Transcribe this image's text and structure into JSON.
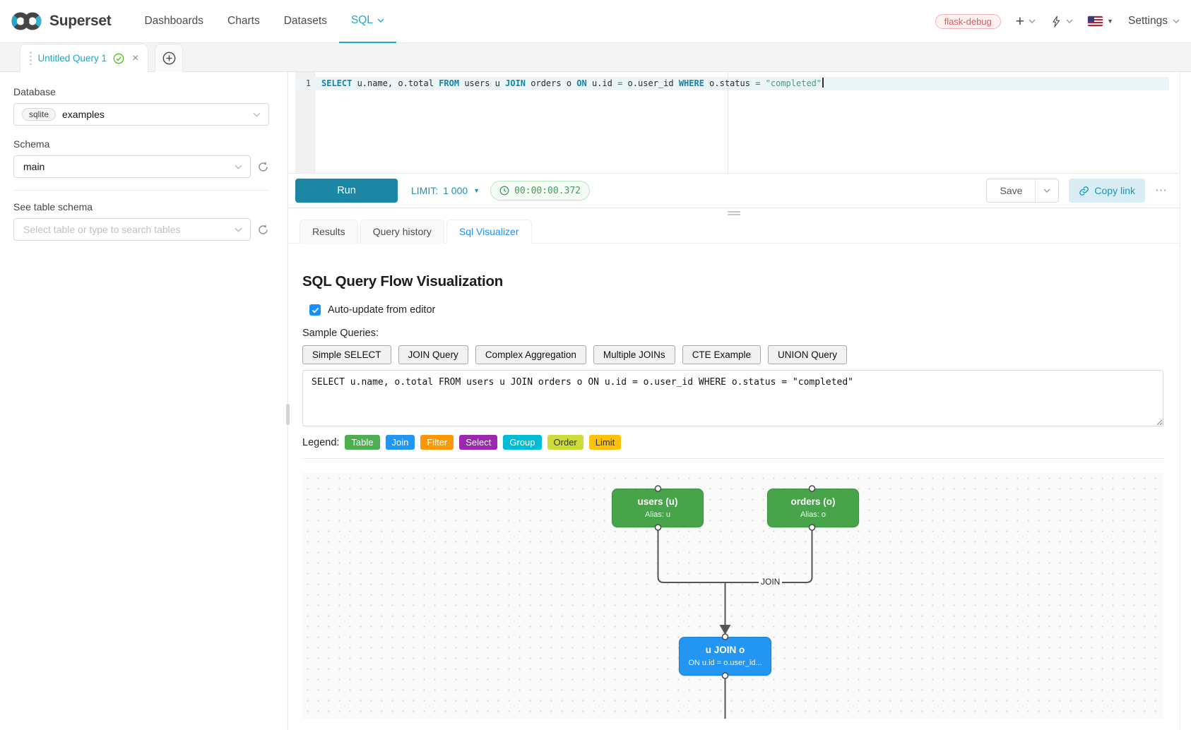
{
  "colors": {
    "brand_teal": "#1fa8c9",
    "ant_blue": "#1890ff",
    "run_teal": "#1b87a5",
    "success_green": "#52c41a",
    "keyword_blue": "#0d87ad",
    "string_green": "#41a279"
  },
  "navbar": {
    "brand": "Superset",
    "items": [
      {
        "label": "Dashboards",
        "active": false,
        "caret": false
      },
      {
        "label": "Charts",
        "active": false,
        "caret": false
      },
      {
        "label": "Datasets",
        "active": false,
        "caret": false
      },
      {
        "label": "SQL",
        "active": true,
        "caret": true
      }
    ],
    "environment_tag": "flask-debug",
    "settings_label": "Settings"
  },
  "query_tab": {
    "title": "Untitled Query 1"
  },
  "sidebar": {
    "database_label": "Database",
    "database_engine_tag": "sqlite",
    "database_value": "examples",
    "schema_label": "Schema",
    "schema_value": "main",
    "table_section_label": "See table schema",
    "table_placeholder": "Select table or type to search tables"
  },
  "editor": {
    "line_number": "1",
    "tokens": [
      {
        "text": "SELECT",
        "type": "kw"
      },
      {
        "text": " u.name, o.total ",
        "type": "plain"
      },
      {
        "text": "FROM",
        "type": "kw"
      },
      {
        "text": " users u ",
        "type": "plain"
      },
      {
        "text": "JOIN",
        "type": "kw"
      },
      {
        "text": " orders o ",
        "type": "plain"
      },
      {
        "text": "ON",
        "type": "kw"
      },
      {
        "text": " u.id ",
        "type": "plain"
      },
      {
        "text": "=",
        "type": "op"
      },
      {
        "text": " o.user_id ",
        "type": "plain"
      },
      {
        "text": "WHERE",
        "type": "kw"
      },
      {
        "text": " o.status ",
        "type": "plain"
      },
      {
        "text": "=",
        "type": "op"
      },
      {
        "text": " ",
        "type": "plain"
      },
      {
        "text": "\"completed\"",
        "type": "str"
      }
    ]
  },
  "toolbar": {
    "run_label": "Run",
    "limit_label": "LIMIT:",
    "limit_value": "1 000",
    "elapsed_time": "00:00:00.372",
    "save_label": "Save",
    "copy_link_label": "Copy link",
    "more_label": "⋯"
  },
  "result_tabs": [
    {
      "label": "Results",
      "active": false
    },
    {
      "label": "Query history",
      "active": false
    },
    {
      "label": "Sql Visualizer",
      "active": true
    }
  ],
  "visualizer": {
    "title": "SQL Query Flow Visualization",
    "auto_update_label": "Auto-update from editor",
    "auto_update_checked": true,
    "sample_queries_label": "Sample Queries:",
    "sample_buttons": [
      "Simple SELECT",
      "JOIN Query",
      "Complex Aggregation",
      "Multiple JOINs",
      "CTE Example",
      "UNION Query"
    ],
    "query_text": "SELECT u.name, o.total FROM users u JOIN orders o ON u.id = o.user_id WHERE o.status = \"completed\"",
    "legend_label": "Legend:",
    "legend_items": [
      {
        "label": "Table",
        "bg": "#4CAF50",
        "fg": "#ffffff"
      },
      {
        "label": "Join",
        "bg": "#2196F3",
        "fg": "#ffffff"
      },
      {
        "label": "Filter",
        "bg": "#FF9800",
        "fg": "#ffffff"
      },
      {
        "label": "Select",
        "bg": "#9C27B0",
        "fg": "#ffffff"
      },
      {
        "label": "Group",
        "bg": "#00BCD4",
        "fg": "#ffffff"
      },
      {
        "label": "Order",
        "bg": "#CDDC39",
        "fg": "#333333"
      },
      {
        "label": "Limit",
        "bg": "#FFC107",
        "fg": "#333333"
      }
    ]
  },
  "diagram": {
    "nodes": [
      {
        "id": "users",
        "title": "users (u)",
        "subtitle": "Alias: u",
        "type": "table"
      },
      {
        "id": "orders",
        "title": "orders (o)",
        "subtitle": "Alias: o",
        "type": "table"
      },
      {
        "id": "join",
        "title": "u JOIN o",
        "subtitle": "ON u.id = o.user_id...",
        "type": "join"
      }
    ],
    "edge_label": "JOIN"
  }
}
